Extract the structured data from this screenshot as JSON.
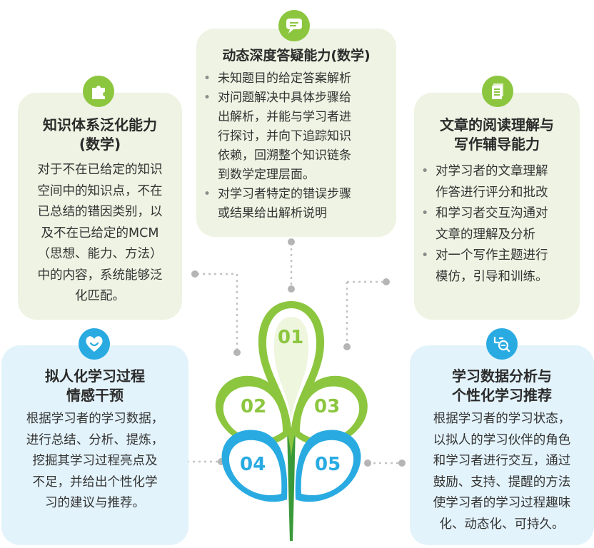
{
  "colors": {
    "green": "#8cc63f",
    "blue": "#29abe2",
    "green_card": "#eef3e3",
    "blue_card": "#e3f3fb",
    "dots": "#b5b5b5"
  },
  "center": {
    "numbers": [
      "01",
      "02",
      "03",
      "04",
      "05"
    ]
  },
  "cards": {
    "top": {
      "icon": "chat-bubble-icon",
      "title": "动态深度答疑能力(数学)",
      "bullets": [
        [
          "未知题目的给定答案解析"
        ],
        [
          "对问题解决中具体步骤给",
          "出解析，并能与学习者进",
          "行探讨，并向下追踪知识",
          "依赖，回溯整个知识链条",
          "到数学定理层面。"
        ],
        [
          "对学习者特定的错误步骤",
          "或结果给出解析说明"
        ]
      ]
    },
    "left": {
      "icon": "puzzle-icon",
      "title_lines": [
        "知识体系泛化能力",
        "(数学)"
      ],
      "body_lines": [
        "对于不在已给定的知识",
        "空间中的知识点，不在",
        "已总结的错因类别，以",
        "及不在已给定的MCM",
        "（思想、能力、方法）",
        "中的内容，系统能够泛",
        "化匹配。"
      ]
    },
    "right": {
      "icon": "document-icon",
      "title_lines": [
        "文章的阅读理解与",
        "写作辅导能力"
      ],
      "bullets": [
        [
          "对学习者的文章理解",
          "作答进行评分和批改"
        ],
        [
          "和学习者交互沟通对",
          "文章的理解及分析"
        ],
        [
          "对一个写作主题进行",
          "模仿，引导和训练。"
        ]
      ]
    },
    "bottom_left": {
      "icon": "smile-heart-icon",
      "title_lines": [
        "拟人化学习过程",
        "情感干预"
      ],
      "body_lines": [
        "根据学习者的学习数据，",
        "进行总结、分析、提炼，",
        "挖掘其学习过程亮点及",
        "不足，并给出个性化学",
        "习的建议与推荐。"
      ]
    },
    "bottom_right": {
      "icon": "data-search-icon",
      "title_lines": [
        "学习数据分析与",
        "个性化学习推荐"
      ],
      "body_lines": [
        "根据学习者的学习状态，",
        "以拟人的学习伙伴的角色",
        "和学习者进行交互，通过",
        "鼓励、支持、提醒的方法",
        "使学习者的学习过程趣味",
        "化、动态化、可持久。"
      ]
    }
  }
}
